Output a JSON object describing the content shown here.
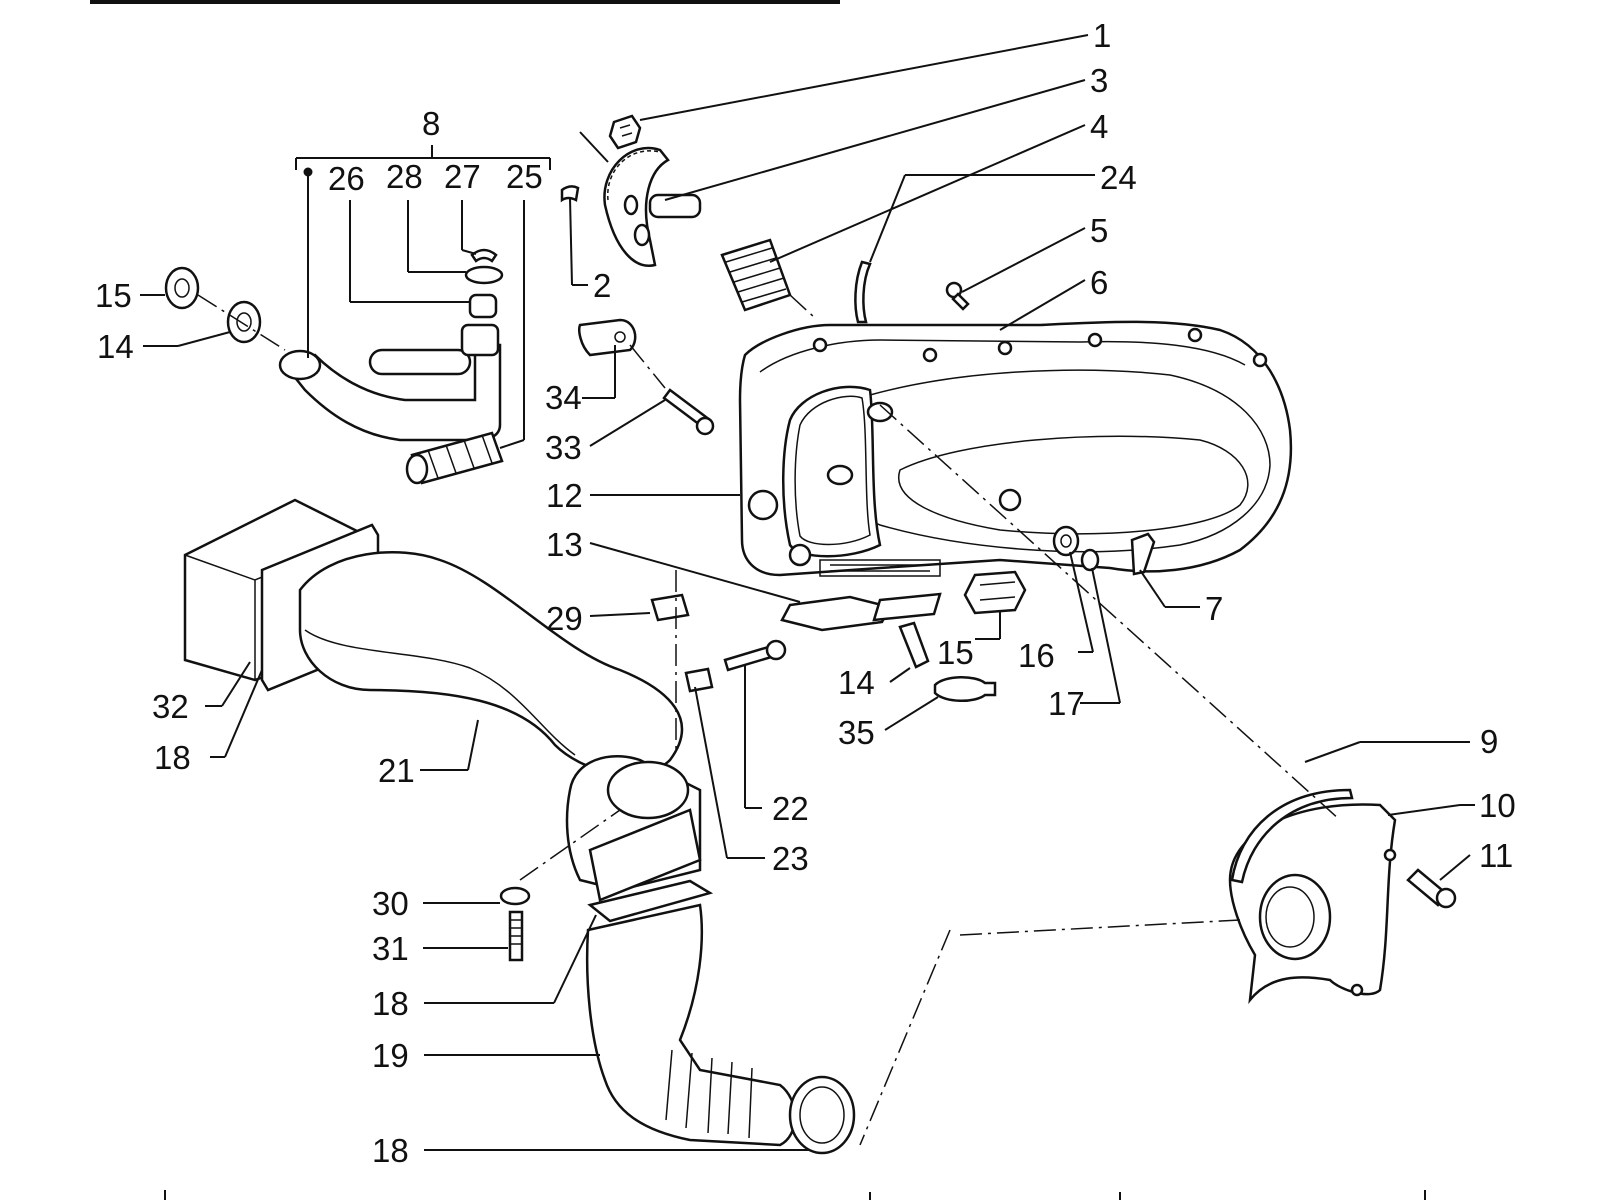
{
  "diagram": {
    "labels": {
      "l1": "1",
      "l2": "2",
      "l3": "3",
      "l4": "4",
      "l5": "5",
      "l6": "6",
      "l7": "7",
      "l8": "8",
      "l9": "9",
      "l10": "10",
      "l11": "11",
      "l12": "12",
      "l13": "13",
      "l14a": "14",
      "l14b": "14",
      "l15a": "15",
      "l15b": "15",
      "l16": "16",
      "l17": "17",
      "l18a": "18",
      "l18b": "18",
      "l18c": "18",
      "l19": "19",
      "l21": "21",
      "l22": "22",
      "l23": "23",
      "l24": "24",
      "l25": "25",
      "l26": "26",
      "l27": "27",
      "l28": "28",
      "l29": "29",
      "l30": "30",
      "l31": "31",
      "l32": "32",
      "l33": "33",
      "l34": "34",
      "l35": "35"
    }
  }
}
